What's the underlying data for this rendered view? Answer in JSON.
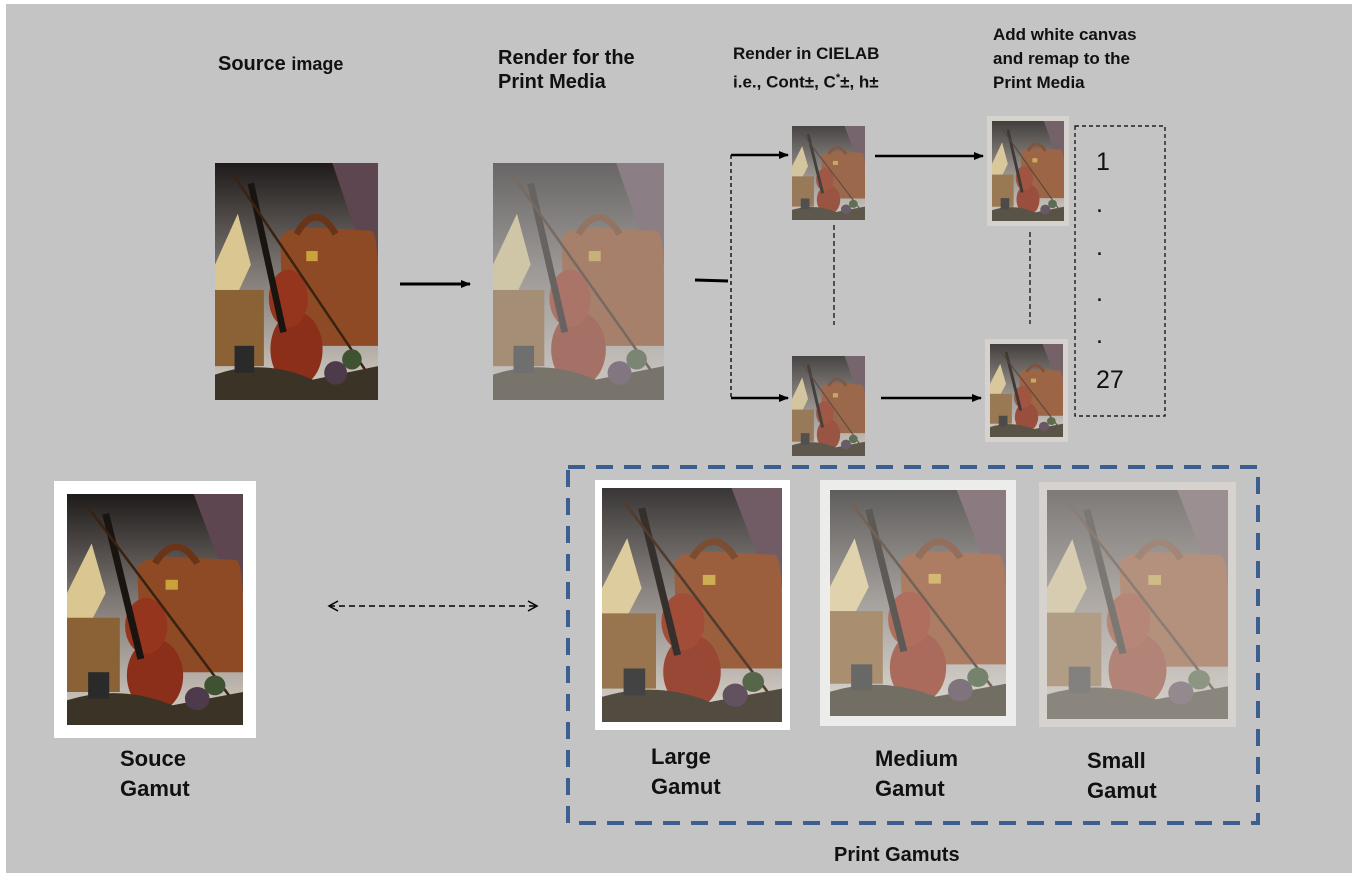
{
  "labels": {
    "source_image_a": "Source",
    "source_image_b": "image",
    "render_print_1": "Render for the",
    "render_print_2": "Print Media",
    "render_cielab_1": "Render in CIELAB",
    "render_cielab_2a": "i.e., Cont±, C",
    "render_cielab_2sup": "*",
    "render_cielab_2b": "±, h±",
    "add_canvas_1": "Add white canvas",
    "add_canvas_2": "and remap to the",
    "add_canvas_3": "Print Media",
    "source_gamut_1": "Souce",
    "source_gamut_2": "Gamut",
    "large_1": "Large",
    "large_2": "Gamut",
    "medium_1": "Medium",
    "medium_2": "Gamut",
    "small_1": "Small",
    "small_2": "Gamut",
    "print_gamuts": "Print Gamuts"
  },
  "sequence": [
    "1",
    ".",
    ".",
    ".",
    ".",
    "27"
  ],
  "colors": {
    "background": "#c4c4c4",
    "group_border": "#3d5f8f",
    "arrow": "#000000"
  }
}
